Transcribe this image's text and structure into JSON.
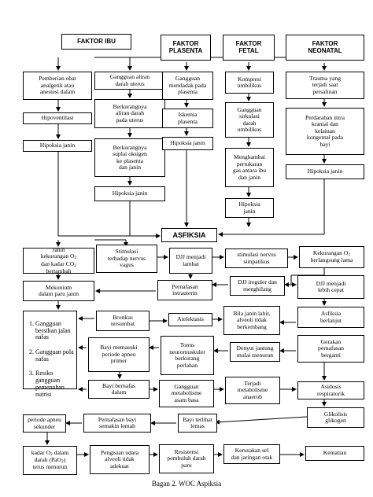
{
  "headers": {
    "faktor_ibu": "FAKTOR IBU",
    "faktor_plasenta": "FAKTOR\nPLASENTA",
    "faktor_fetal": "FAKTOR\nFETAL",
    "faktor_neonatal": "FAKTOR\nNEONATAL"
  },
  "ibu": {
    "pemberian_obat": "Pemberian obat\nanalgetik atau\nanestesi dalam",
    "hipoventilasi": "Hipoventilasi",
    "hipoksia": "Hipoksia janin",
    "gangguan_aliran": "Gangguan aliran\ndarah uterus",
    "berkurang_aliran": "Berkurangnya\naliran darah\npada uterus",
    "berkurang_suplai": "Berkurangnya\nsuplai oksigen\nke plasenta\ndan janin",
    "hipoksia2": "Hipoksia janin"
  },
  "plasenta": {
    "gangguan_mendadak": "Gangguan\nmendadak pada\nplasenta",
    "iskemia": "Iskemia\nplasenta",
    "hipoksia": "Hipoksia janin"
  },
  "fetal": {
    "kompresi": "Kompresi\numbilikus",
    "gangguan_sirkulasi": "Gangguan\nsirkulasi\ndarah\numbilikus",
    "menghambat": "Menghambat\npertukaran\ngas antara ibu\ndan janin",
    "hipoksia": "Hipoksia\njanin"
  },
  "neonatal": {
    "trauma": "Trauma yang\nterjadi saat\npersalinan",
    "perdarahan": "Perdarahan intra\nkranial dan\nkelainan\nkongental pada\nbayi",
    "hipoksia": "Hipoksia janin"
  },
  "asfiksia": "ASFIKSIA",
  "left_col": {
    "janin_kekurangan_pre": "Janin\nkekurangan O",
    "janin_kekurangan_mid": "\ndan kadar CO",
    "janin_kekurangan_post": "\nbertambah",
    "sub2": "2",
    "mekonium": "Mekonium\ndalam paru janin",
    "bronkus": "Bronkus\ntersumbat",
    "bayi_memasuki": "Bayi memasuki\nperiode apneu\nprimer",
    "bayi_bernafas": "Bayi bernafas\ndalam",
    "pernafasan_bayi": "Pernafasan  bayi\nsemakin lemah",
    "periode_apneu": "periode apneu\nsekunder",
    "kadar_pre": "kadar O",
    "kadar_mid": " dalam\ndarah (PaO",
    "kadar_post": ")\nterus menurun",
    "pengisian": "Pengisian udara\nalveoli tidak\nadekuat"
  },
  "diagnosa": [
    "Gangguan bersihan jalan nafas",
    "Gangguan pola nafas",
    "Resiko gangguan pemenuhan nutrisi"
  ],
  "middle": {
    "stimulasi": "Stimulasi\nterhadap nervus\nvagus",
    "djj_lambat": "DJJ menjadi\nlambat",
    "pernafasan_intrauterin": "Pernafasan\nintrauterin",
    "atelektasis": "Atelektasis",
    "tonus": "Tonus\nneuromuskuler\nberkurang\nperlahan",
    "gangguan_metabolisme": "Gangguan\nmetabolisme\nasam basa",
    "bayi_terlihat": "Bayi terlihat\nlemas",
    "resistensi": "Resistensi\npembuluh darah\nparu"
  },
  "right_mid": {
    "stimulasi_simpatikus": "stimulasi nervus\nsimpatikus",
    "djj_ireguler": "DJJ ireguler dan\nmenghilang",
    "bila_janin": "Bila janin lahir,\nalveoli tidak\nberkembang",
    "denyut": "Denyut jantung\nmulai menurun",
    "terjadi_metabolisme": "Terjadi\nmetabolisme\nanaerob",
    "kerusakan": "Kerusakan sel\ndan jaringan otak"
  },
  "right_col": {
    "kekurangan_pre": "Kekurangan O",
    "kekurangan_post": "\nberlangsung lama",
    "djj_cepat": "DJJ menjadi\nlebih cepat",
    "asfiksia_berlanjut": "Asfiksia\nberlanjut",
    "gerakan": "Gerakan\npernafasan\nberganti",
    "asidosis": "Asidosis\nrespiratorik",
    "glikolisis": "Glikolisis\nglikogen",
    "kematian": "Kematian"
  },
  "caption": "Bagan 2. WOC Aspiksia"
}
